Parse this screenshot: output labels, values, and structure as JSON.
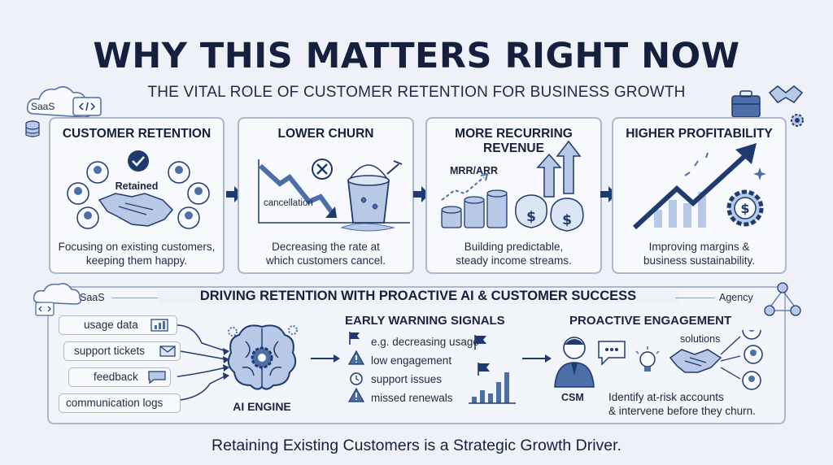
{
  "header": {
    "title": "WHY THIS MATTERS RIGHT NOW",
    "subtitle": "THE VITAL ROLE OF CUSTOMER RETENTION FOR BUSINESS GROWTH"
  },
  "corner": {
    "saas_label": "SaaS"
  },
  "cards": [
    {
      "title": "CUSTOMER RETENTION",
      "badge": "Retained",
      "desc": "Focusing on existing customers,\nkeeping them happy."
    },
    {
      "title": "LOWER CHURN",
      "badge": "cancellation",
      "desc": "Decreasing the rate at\nwhich customers cancel."
    },
    {
      "title": "MORE RECURRING\nREVENUE",
      "badge": "MRR/ARR",
      "desc": "Building predictable,\nsteady income streams."
    },
    {
      "title": "HIGHER PROFITABILITY",
      "badge": "",
      "desc": "Improving margins &\nbusiness sustainability."
    }
  ],
  "section": {
    "title": "DRIVING RETENTION WITH PROACTIVE AI & CUSTOMER SUCCESS",
    "left_tag": "SaaS",
    "right_tag": "Agency"
  },
  "inputs": [
    "usage data",
    "support tickets",
    "feedback",
    "communication logs"
  ],
  "engine_label": "AI ENGINE",
  "signals": {
    "title": "EARLY WARNING SIGNALS",
    "items": [
      "e.g. decreasing usage",
      "low engagement",
      "support issues",
      "missed renewals"
    ]
  },
  "engagement": {
    "title": "PROACTIVE ENGAGEMENT",
    "solutions": "solutions",
    "csm": "CSM",
    "desc": "Identify at-risk accounts\n& intervene before they churn."
  },
  "footer": "Retaining Existing Customers is a Strategic Growth Driver.",
  "colors": {
    "navy": "#1f3a6e",
    "mid_blue": "#4d6fa8",
    "light_blue": "#b7c9e6",
    "border": "#aab7cc",
    "background": "#eef2f8"
  }
}
